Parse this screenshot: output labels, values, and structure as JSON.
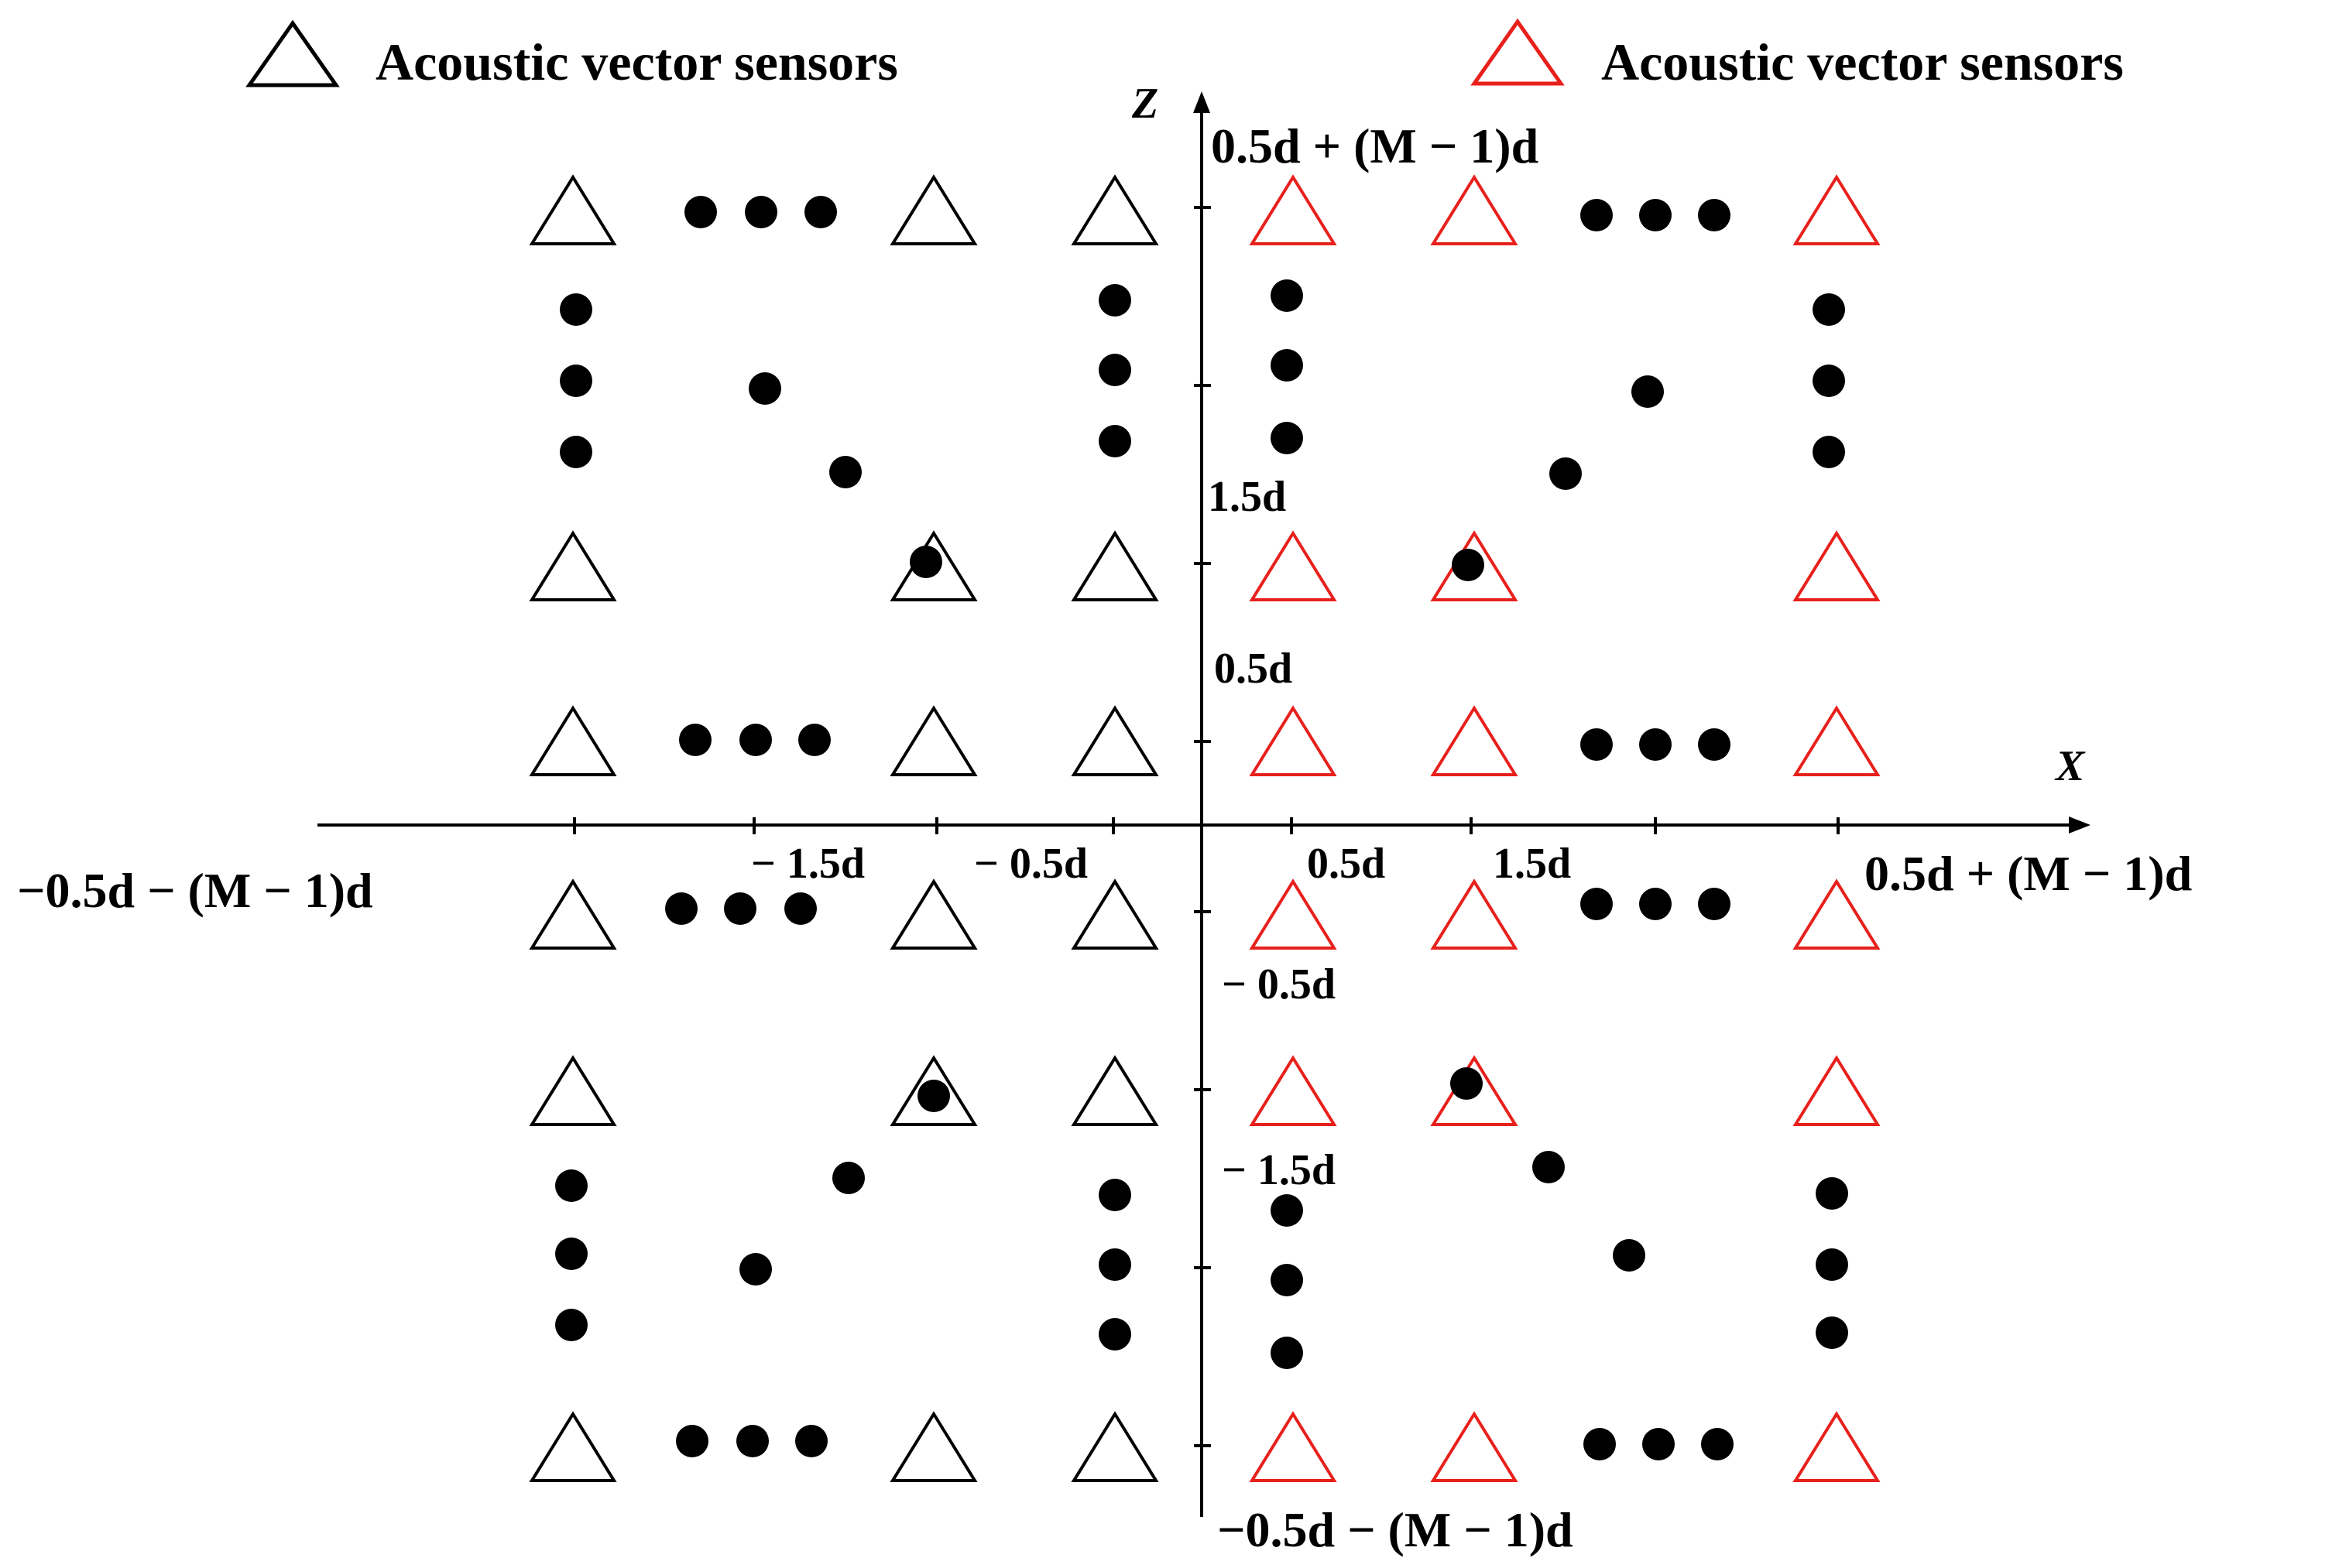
{
  "legend": [
    {
      "text": "Acoustic vector sensors",
      "color": "#000000",
      "icon": "triangle-outline"
    },
    {
      "text": "Acoustic vector sensors",
      "color": "#e8201c",
      "icon": "triangle-outline"
    }
  ],
  "axes": {
    "x_name": "X",
    "z_name": "Z",
    "x_ticks": {
      "neg_end": "−0.5d − (M − 1)d",
      "neg_1_5": "− 1.5d",
      "neg_0_5": "− 0.5d",
      "pos_0_5": "0.5d",
      "pos_1_5": "1.5d",
      "pos_end": "0.5d + (M − 1)d"
    },
    "z_ticks": {
      "pos_end": "0.5d + (M − 1)d",
      "pos_1_5": "1.5d",
      "pos_0_5": "0.5d",
      "neg_0_5": "− 0.5d",
      "neg_1_5": "− 1.5d",
      "neg_end": "−0.5d − (M − 1)d"
    }
  },
  "colors": {
    "black_sensor": "#000000",
    "red_sensor": "#e8201c",
    "dot": "#000000",
    "axis": "#000000"
  }
}
